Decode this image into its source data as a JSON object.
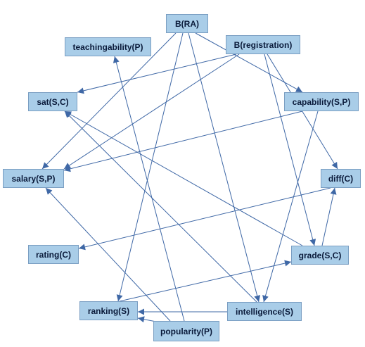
{
  "nodes": {
    "b_ra": "B(RA)",
    "b_registration": "B(registration)",
    "teachingability": "teachingability(P)",
    "sat": "sat(S,C)",
    "capability": "capability(S,P)",
    "salary": "salary(S,P)",
    "diff": "diff(C)",
    "rating": "rating(C)",
    "grade": "grade(S,C)",
    "ranking": "ranking(S)",
    "intelligence": "intelligence(S)",
    "popularity": "popularity(P)"
  },
  "edges": [
    {
      "from": "b_ra",
      "to": "salary"
    },
    {
      "from": "b_ra",
      "to": "ranking"
    },
    {
      "from": "b_ra",
      "to": "intelligence"
    },
    {
      "from": "b_ra",
      "to": "capability"
    },
    {
      "from": "b_registration",
      "to": "sat"
    },
    {
      "from": "b_registration",
      "to": "salary"
    },
    {
      "from": "b_registration",
      "to": "grade"
    },
    {
      "from": "b_registration",
      "to": "diff"
    },
    {
      "from": "capability",
      "to": "salary"
    },
    {
      "from": "capability",
      "to": "intelligence"
    },
    {
      "from": "grade",
      "to": "sat"
    },
    {
      "from": "grade",
      "to": "diff"
    },
    {
      "from": "diff",
      "to": "rating"
    },
    {
      "from": "ranking",
      "to": "grade"
    },
    {
      "from": "intelligence",
      "to": "ranking"
    },
    {
      "from": "intelligence",
      "to": "sat"
    },
    {
      "from": "popularity",
      "to": "teachingability"
    },
    {
      "from": "popularity",
      "to": "ranking"
    },
    {
      "from": "popularity",
      "to": "salary"
    }
  ]
}
